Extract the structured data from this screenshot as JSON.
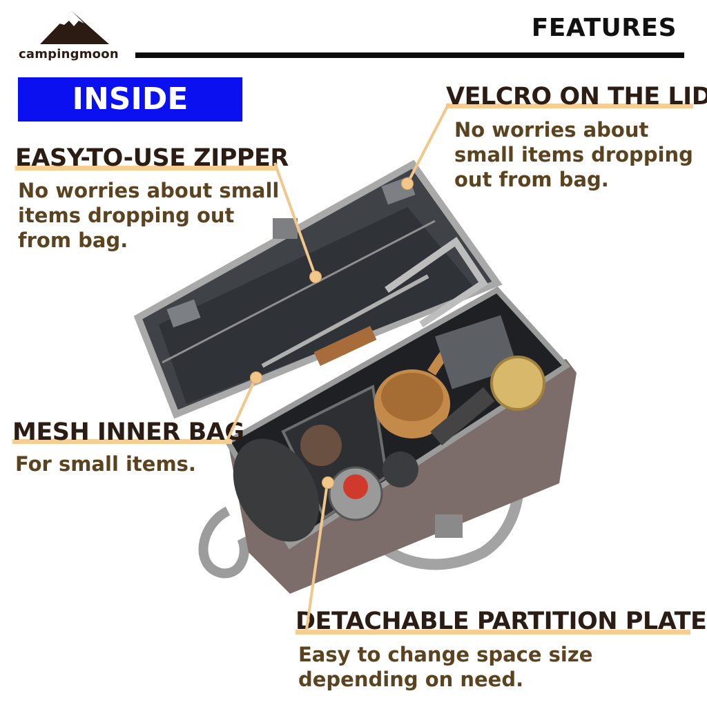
{
  "brand": {
    "name": "campingmoon"
  },
  "header": {
    "title": "FEATURES"
  },
  "badge": {
    "label": "INSIDE"
  },
  "callouts": {
    "zipper": {
      "title": "EASY-TO-USE ZIPPER",
      "lines": [
        "No worries about small",
        "items dropping out",
        "from bag."
      ]
    },
    "velcro": {
      "title": "VELCRO ON THE LID",
      "lines": [
        "No worries about",
        "small items dropping",
        "out from bag."
      ]
    },
    "mesh": {
      "title": "MESH INNER BAG",
      "lines": [
        "For small items."
      ]
    },
    "partition": {
      "title": "DETACHABLE PARTITION PLATE",
      "lines": [
        "Easy to change space size",
        "depending on need."
      ]
    }
  },
  "colors": {
    "badge": "#0a10f0",
    "highlight": "#f6ce92",
    "title_text": "#2b1d14",
    "body_text": "#5b4320",
    "rule": "#0b0b0b"
  },
  "icons": [
    "mountain-logo-icon"
  ]
}
